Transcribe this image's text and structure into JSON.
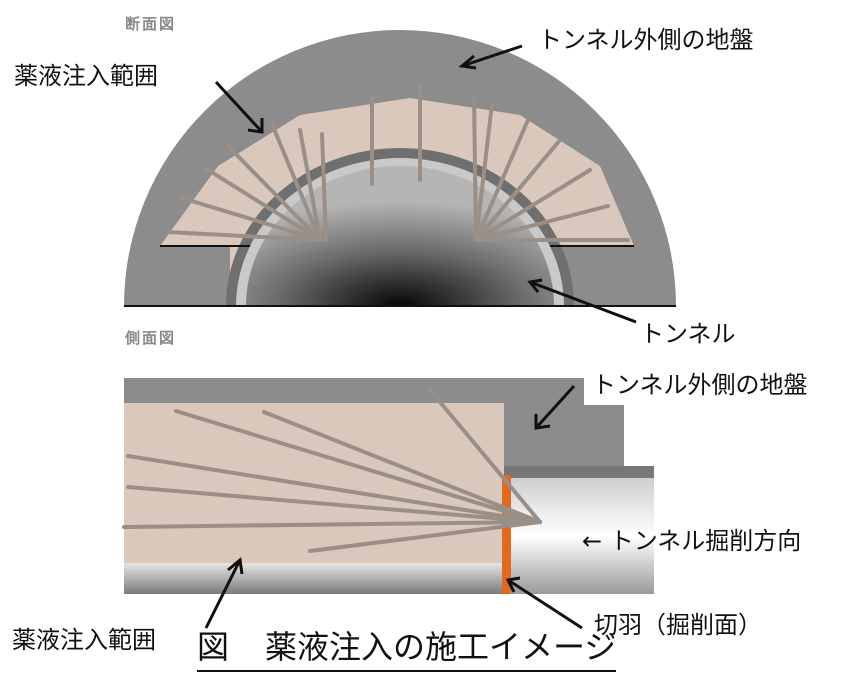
{
  "section_label": "断面図",
  "side_label": "側面図",
  "labels": {
    "outer_ground_top": "トンネル外側の地盤",
    "grout_zone_top": "薬液注入範囲",
    "tunnel": "トンネル",
    "outer_ground_side": "トンネル外側の地盤",
    "direction": "← トンネル掘削方向",
    "face": "切羽（掘削面）",
    "grout_zone_side": "薬液注入範囲"
  },
  "caption": {
    "prefix": "図",
    "text": "薬液注入の施工イメージ"
  },
  "colors": {
    "ground": "#8c8c8c",
    "grout": "#d9c8bb",
    "tunnel_dark": "#111111",
    "face": "#e06a1e",
    "pipe": "#9a8f86"
  }
}
